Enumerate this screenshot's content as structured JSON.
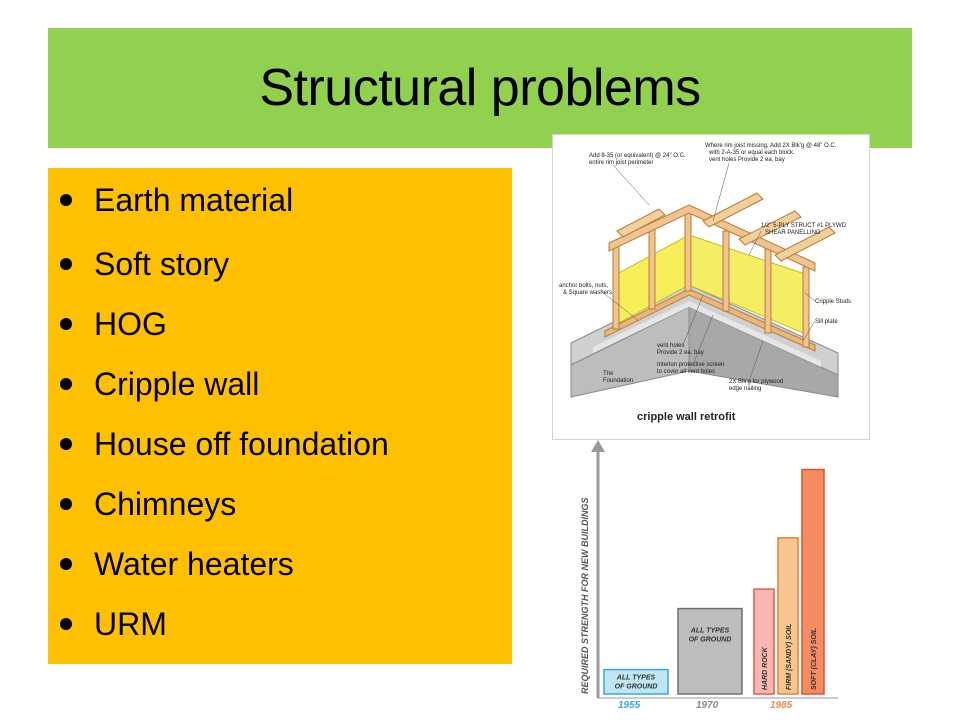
{
  "slide": {
    "title": "Structural problems",
    "bullets": [
      "Earth material",
      "Soft story",
      "HOG",
      "Cripple wall",
      "House off foundation",
      "Chimneys",
      "Water heaters",
      "URM"
    ]
  },
  "retrofit_figure": {
    "caption": "cripple wall retrofit",
    "callouts": {
      "rim_joist": "Add 8-35 (or equivalent) @ 24\" O.C. entire rim joist perimeter",
      "blocking": "Where rim joist missing, Add 2X Blk'g @ 48\" O.C. with 2-A-35 or equal each block. vent holes Provide 2 ea. bay",
      "plywood": "1/2\" 5-PLY STRUCT #1 PLYWD SHEAR PANELLING",
      "anchor": "anchor bolts, nuts, & Square washers",
      "cripple": "Cripple Studs",
      "sill": "Sill plate",
      "vent": "vent holes Provide 2 ea. bay",
      "screen": "Interlon protective screen to cover all vent holes",
      "foundation": "The Foundation",
      "edge": "2X Blk'g for plywood edge nailing"
    }
  },
  "chart_data": {
    "type": "bar",
    "ylabel": "REQUIRED STRENGTH FOR NEW BUILDINGS",
    "groups": [
      "1955",
      "1970",
      "1985"
    ],
    "bars": [
      {
        "label": "ALL TYPES OF GROUND",
        "group": "1955",
        "value": 1
      },
      {
        "label": "ALL TYPES OF GROUND",
        "group": "1970",
        "value": 3.5
      },
      {
        "label": "HARD ROCK",
        "group": "1985",
        "value": 4.3
      },
      {
        "label": "FIRM (SANDY) SOIL",
        "group": "1985",
        "value": 6.4
      },
      {
        "label": "SOFT (CLAY) SOIL",
        "group": "1985",
        "value": 9.2
      }
    ],
    "colors": {
      "1955": "#bfe6f2",
      "1970": "#bdbdbd",
      "hard": "#f9b6b2",
      "firm": "#f8c48f",
      "soft": "#f68b62",
      "axis": "#9a9a9a",
      "year_blue": "#3aa8d8",
      "year_gray": "#8a8a8a",
      "year_orange": "#f18a4e"
    }
  }
}
